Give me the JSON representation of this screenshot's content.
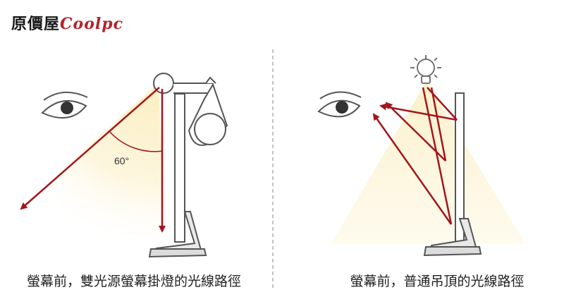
{
  "logo": {
    "prefix": "原價屋",
    "brand": "Coolpc"
  },
  "left_panel": {
    "angle_label": "60°",
    "caption": "螢幕前，雙光源螢幕掛燈的光線路徑"
  },
  "right_panel": {
    "caption": "螢幕前，普通吊頂的光線路徑"
  },
  "colors": {
    "arrow": "#a3151c",
    "glow": "#fbeec0",
    "outline": "#555555",
    "divider": "#9a9a9a"
  }
}
